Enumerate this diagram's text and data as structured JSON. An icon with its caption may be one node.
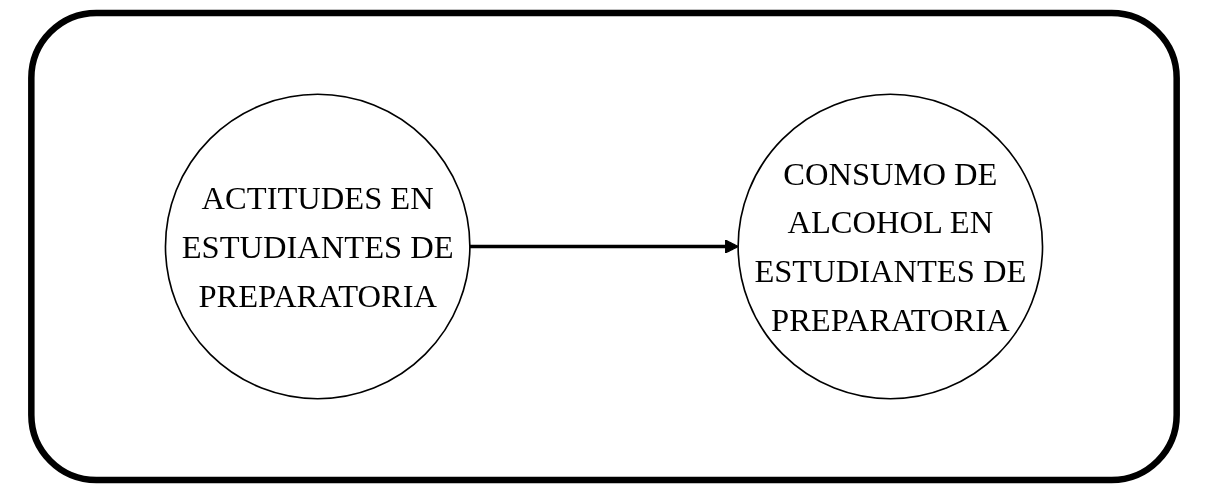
{
  "diagram": {
    "nodes": [
      {
        "text": [],
        "shape": "box"
      },
      {
        "text": [
          "ACTITUDES EN ESTUDIANTES DE PREPARATORIA"
        ],
        "in": 0
      },
      {
        "text": [
          "CONSUMO DE ALCOHOL EN ESTUDIANTES DE PREPARATORIA"
        ],
        "in": 0
      }
    ],
    "edges": [
      {
        "from": 1,
        "to": 2,
        "arrow": "to"
      }
    ]
  }
}
